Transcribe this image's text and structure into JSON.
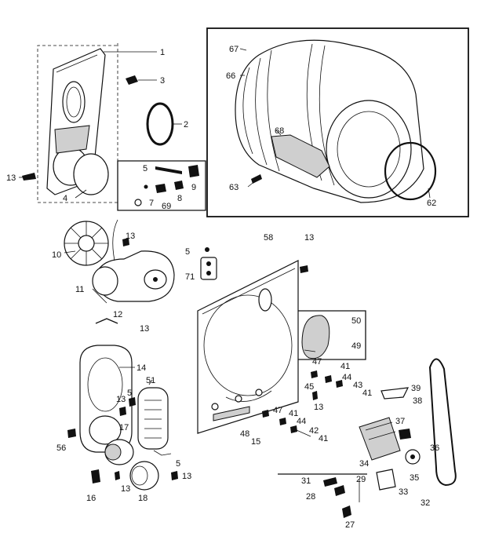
{
  "labels": {
    "l1": "1",
    "l3": "3",
    "l2": "2",
    "l13a": "13",
    "l4": "4",
    "l5a": "5",
    "l9": "9",
    "l8": "8",
    "l69": "69",
    "l7": "7",
    "l67": "67",
    "l66": "66",
    "l68": "68",
    "l63": "63",
    "l62": "62",
    "l58": "58",
    "l13b": "13",
    "l13c": "13",
    "l10": "10",
    "l11": "11",
    "l5b": "5",
    "l71": "71",
    "l12": "12",
    "l13d": "13",
    "l14": "14",
    "l51": "51",
    "l5c": "5",
    "l13e": "13",
    "l17": "17",
    "l56": "56",
    "l5d": "5",
    "l13f": "13",
    "l16": "16",
    "l13g": "13",
    "l18": "18",
    "l50": "50",
    "l49": "49",
    "l47a": "47",
    "l41a": "41",
    "l45": "45",
    "l44a": "44",
    "l43": "43",
    "l41b": "41",
    "l13h": "13",
    "l47b": "47",
    "l41c": "41",
    "l44b": "44",
    "l42": "42",
    "l41d": "41",
    "l48": "48",
    "l15": "15",
    "l39": "39",
    "l38": "38",
    "l37": "37",
    "l36": "36",
    "l34": "34",
    "l35": "35",
    "l31": "31",
    "l29": "29",
    "l33": "33",
    "l28": "28",
    "l32": "32",
    "l27": "27"
  }
}
